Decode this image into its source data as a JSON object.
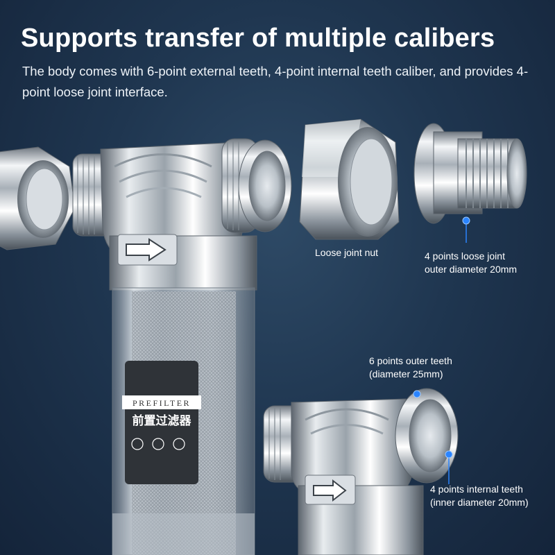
{
  "headline": "Supports transfer of multiple calibers",
  "description": "The body comes with 6-point external teeth, 4-point internal teeth caliber, and provides 4-point loose joint interface.",
  "product_label": {
    "brand": "PREFILTER",
    "chinese_name": "前置过滤器",
    "icon_names": [
      "eye-icon",
      "rotate-icon",
      "recycle-icon"
    ]
  },
  "callouts": {
    "loose_joint_nut": "Loose joint nut",
    "loose_joint_od_line1": "4 points loose joint",
    "loose_joint_od_line2": "outer diameter 20mm",
    "outer_teeth_line1": "6 points outer teeth",
    "outer_teeth_line2": "(diameter 25mm)",
    "internal_teeth_line1": "4 points internal teeth",
    "internal_teeth_line2": "(inner diameter 20mm)"
  },
  "colors": {
    "background": "#1f3650",
    "accent_dot": "#2a84ff",
    "text": "#ffffff"
  }
}
